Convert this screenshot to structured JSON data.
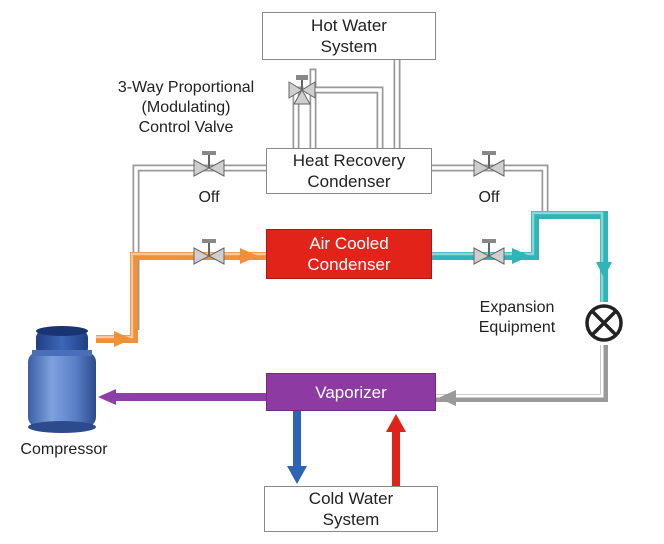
{
  "boxes": {
    "hot_water": [
      "Hot Water",
      "System"
    ],
    "heat_recovery": [
      "Heat Recovery",
      "Condenser"
    ],
    "air_cooled": [
      "Air Cooled",
      "Condenser"
    ],
    "vaporizer": "Vaporizer",
    "cold_water": [
      "Cold Water",
      "System"
    ]
  },
  "labels": {
    "valve_3way": [
      "3-Way Proportional",
      "(Modulating)",
      "Control Valve"
    ],
    "off_left": "Off",
    "off_right": "Off",
    "expansion": [
      "Expansion",
      "Equipment"
    ],
    "compressor": "Compressor"
  },
  "colors": {
    "discharge": "#f0913a",
    "liquid": "#2fb5b8",
    "suction": "#8e3fa6",
    "cold_supply": "#2e64b8",
    "cold_return": "#e0231a",
    "pipe_gray": "#9a9a9a",
    "vaporizer_fill": "#8d3aa3",
    "air_cooled_fill": "#e2231a"
  }
}
